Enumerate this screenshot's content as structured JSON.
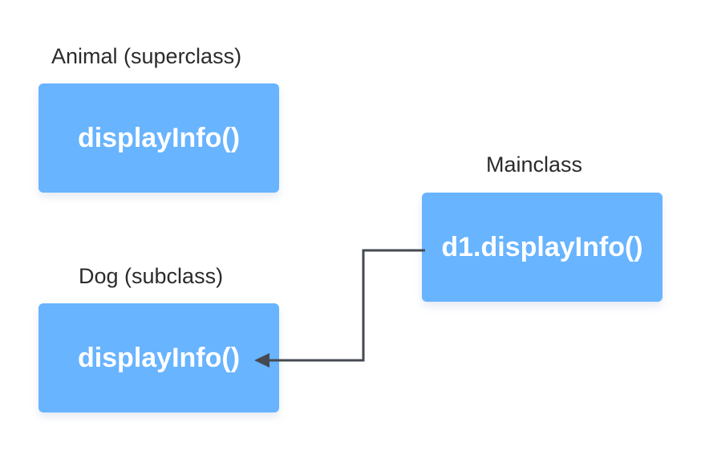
{
  "colors": {
    "box_fill": "#68b4ff",
    "box_text": "#ffffff",
    "caption_text": "#2b2b2b",
    "connector": "#454a52"
  },
  "animal": {
    "caption": "Animal (superclass)",
    "method": "displayInfo()"
  },
  "dog": {
    "caption": "Dog (subclass)",
    "method": "displayInfo()"
  },
  "main": {
    "caption": "Mainclass",
    "call": "d1.displayInfo()"
  }
}
